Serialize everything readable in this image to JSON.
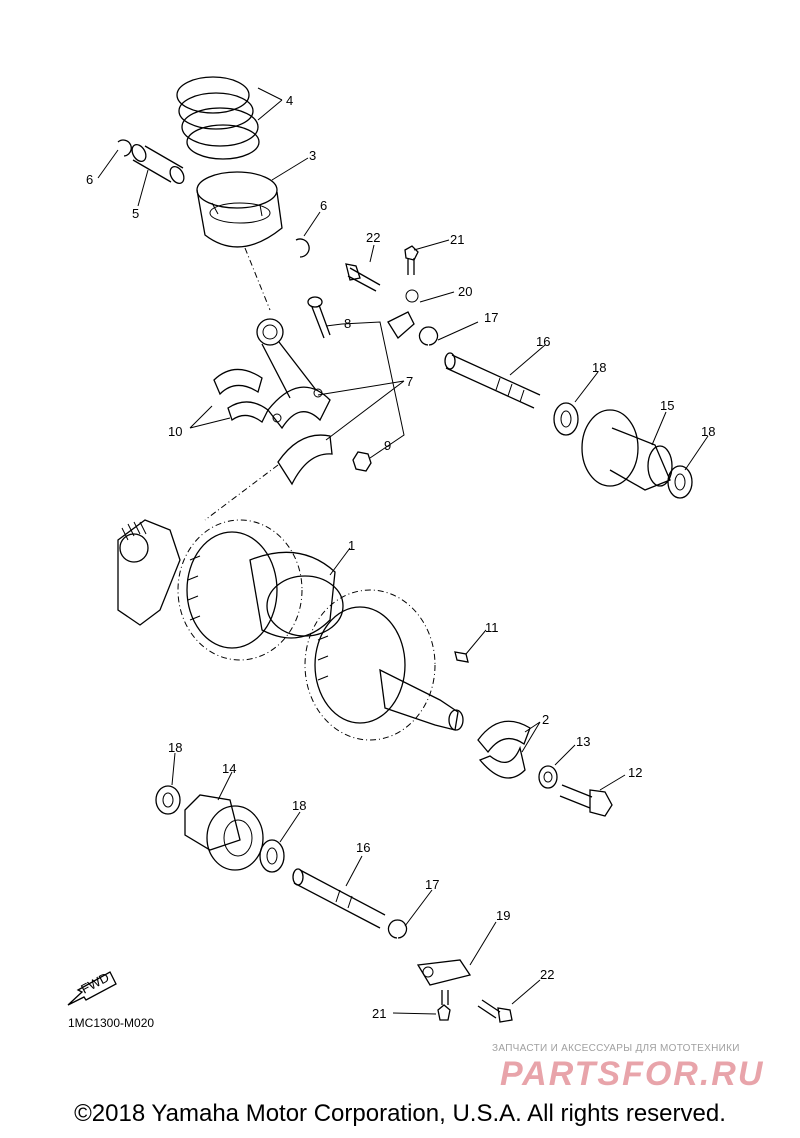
{
  "diagram": {
    "code": "1MC1300-M020",
    "fwd_label": "FWD",
    "copyright": "©2018 Yamaha Motor Corporation, U.S.A. All rights reserved.",
    "watermark": {
      "tagline": "ЗАПЧАСТИ И АКСЕССУАРЫ ДЛЯ МОТОТЕХНИКИ",
      "logo": "PARTSFOR.RU"
    },
    "callouts": [
      "1",
      "2",
      "3",
      "4",
      "5",
      "6",
      "6",
      "7",
      "8",
      "9",
      "10",
      "11",
      "12",
      "13",
      "14",
      "15",
      "16",
      "16",
      "17",
      "17",
      "18",
      "18",
      "18",
      "18",
      "19",
      "20",
      "21",
      "21",
      "22",
      "22"
    ]
  }
}
